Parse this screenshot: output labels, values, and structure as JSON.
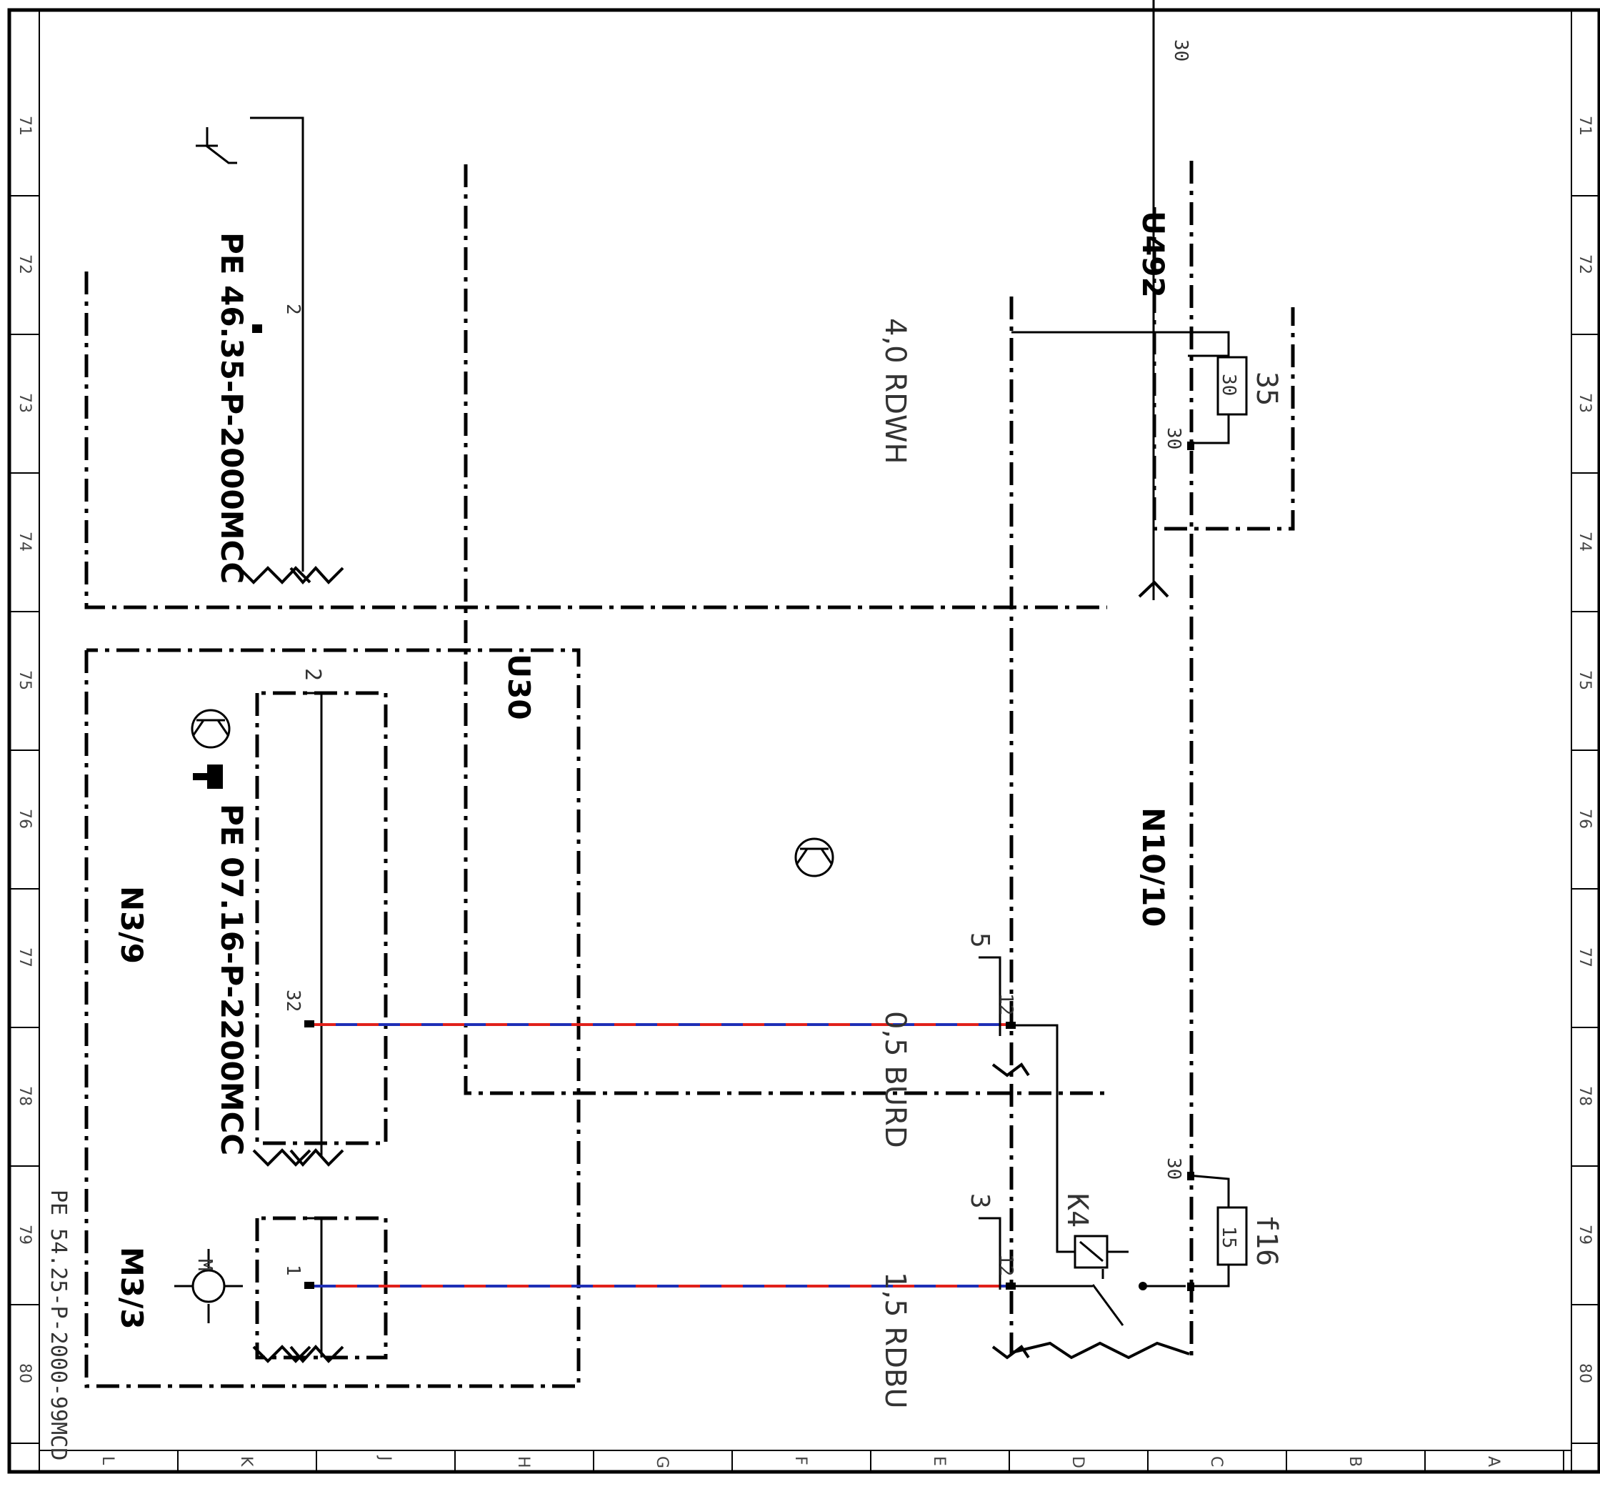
{
  "grid": {
    "rows": [
      "71",
      "72",
      "73",
      "74",
      "75",
      "76",
      "77",
      "78",
      "79",
      "80"
    ],
    "columns": [
      "L",
      "K",
      "J",
      "H",
      "G",
      "F",
      "E",
      "D",
      "C",
      "B",
      "A"
    ]
  },
  "components": {
    "u492": "U492",
    "u30": "U30",
    "n10_10": "N10/10",
    "n3_9": "N3/9",
    "m3_3": "M3/3",
    "k4": "K4",
    "f16": "f16",
    "fuse_35": "35",
    "fuse_35_value": "30",
    "fuse_f16_value": "15"
  },
  "references": {
    "ref_top": "PE 46.35-P-2000MCC",
    "ref_mid": "PE 07.16-P-2200MCC",
    "ref_bottom": "PE 54.25-P-2000-99MCD"
  },
  "wires": {
    "w1": "4,0 RDWH",
    "w2": "0,5 BURD",
    "w3": "1,5 RDBU"
  },
  "wire_colors": {
    "red": "#e0201b",
    "blue": "#1f2fb5"
  },
  "pins": {
    "top_30": "30",
    "u492_pin": "30",
    "f16_pin": "30",
    "n3_9_pin": "32",
    "ref_top_pin": "2",
    "ref_mid_pin": "2",
    "m3_3_pin": "1",
    "conn5_number": "5",
    "conn5_pin": "12",
    "conn3_number": "3",
    "conn3_pin": "12"
  },
  "symbols": {
    "motor_letter": "M",
    "transistor": "transistor-icon",
    "hand": "pointing-hand-icon",
    "switch": "switch-icon",
    "ground": "zigzag-ground-icon"
  }
}
